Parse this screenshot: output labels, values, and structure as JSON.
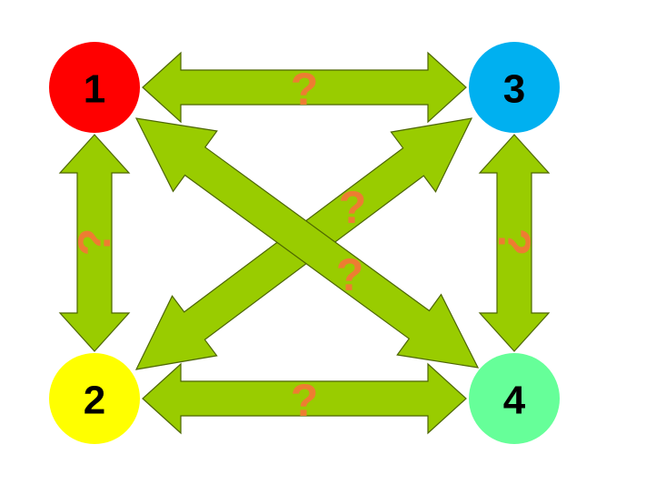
{
  "diagram": {
    "title": "",
    "nodes": [
      {
        "id": "1",
        "label": "1",
        "color": "#ff0000"
      },
      {
        "id": "2",
        "label": "2",
        "color": "#ffff00"
      },
      {
        "id": "3",
        "label": "3",
        "color": "#00b0f0"
      },
      {
        "id": "4",
        "label": "4",
        "color": "#66ff99"
      }
    ],
    "edges": [
      {
        "from": "1",
        "to": "3",
        "label": "?",
        "direction": "both"
      },
      {
        "from": "1",
        "to": "2",
        "label": "?",
        "direction": "both"
      },
      {
        "from": "3",
        "to": "4",
        "label": "?",
        "direction": "both"
      },
      {
        "from": "2",
        "to": "4",
        "label": "?",
        "direction": "both"
      },
      {
        "from": "2",
        "to": "3",
        "label": "?",
        "direction": "both"
      },
      {
        "from": "1",
        "to": "4",
        "label": "?",
        "direction": "both"
      }
    ],
    "styles": {
      "arrow_fill": "#99cc00",
      "arrow_stroke": "#4d6600",
      "label_color": "#ed7d31",
      "node_text_color": "#000000"
    }
  }
}
